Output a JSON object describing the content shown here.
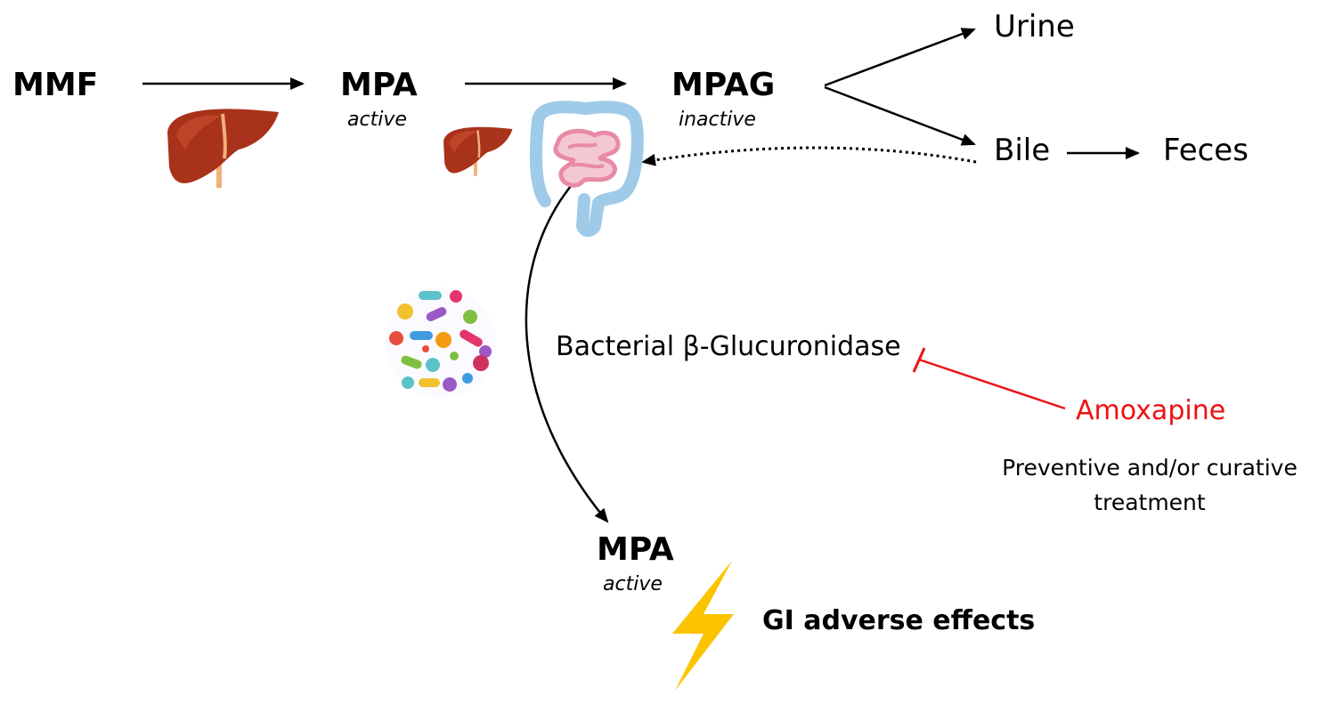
{
  "nodes": {
    "mmf": "MMF",
    "mpa_top": "MPA",
    "mpa_top_state": "active",
    "mpag": "MPAG",
    "mpag_state": "inactive",
    "urine": "Urine",
    "bile": "Bile",
    "feces": "Feces",
    "mpa_bottom": "MPA",
    "mpa_bottom_state": "active"
  },
  "enzyme": "Bacterial β-Glucuronidase",
  "inhibitor": "Amoxapine",
  "treatment_note": "Preventive and/or curative treatment",
  "effect": "GI adverse effects",
  "colors": {
    "inhibitor": "#ee1111",
    "liver": "#a8321a",
    "colon": "#9fcbe8",
    "intestine": "#e88aa6",
    "lightning": "#fcc400"
  },
  "icons": [
    "liver-icon",
    "liver-icon",
    "intestine-icon",
    "bacteria-cluster-icon",
    "lightning-icon"
  ]
}
